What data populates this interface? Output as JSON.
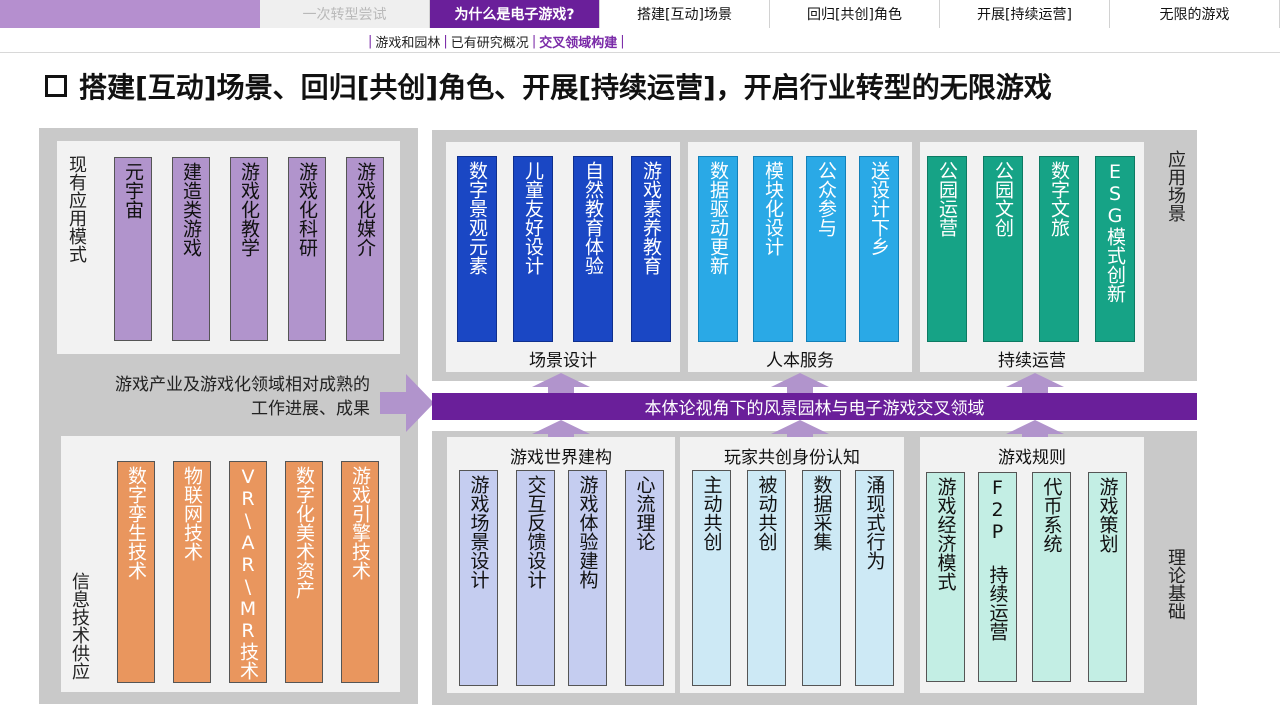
{
  "nav": {
    "tabs": [
      "一次转型尝试",
      "为什么是电子游戏?",
      "搭建[互动]场景",
      "回归[共创]角色",
      "开展[持续运营]",
      "无限的游戏"
    ],
    "subtabs": [
      "游戏和园林",
      "已有研究概况",
      "交叉领域构建"
    ]
  },
  "title": "搭建[互动]场景、回归[共创]角色、开展[持续运营]，开启行业转型的无限游戏",
  "left": {
    "top_label": "现有应用模式",
    "top_bars": [
      "元宇宙",
      "建造类游戏",
      "游戏化教学",
      "游戏化科研",
      "游戏化媒介"
    ],
    "middle_text_1": "游戏产业及游戏化领域相对成熟的",
    "middle_text_2": "工作进展、成果",
    "bottom_label": "信息技术供应",
    "bottom_bars": [
      "数字孪生技术",
      "物联网技术",
      "VR\\AR\\MR技术",
      "数字化美术资产",
      "游戏引擎技术"
    ]
  },
  "right": {
    "top_side_label": "应用场景",
    "bottom_side_label": "理论基础",
    "ribbon": "本体论视角下的风景园林与电子游戏交叉领域",
    "top_groups": [
      {
        "title": "场景设计",
        "bars": [
          "数字景观元素",
          "儿童友好设计",
          "自然教育体验",
          "游戏素养教育"
        ]
      },
      {
        "title": "人本服务",
        "bars": [
          "数据驱动更新",
          "模块化设计",
          "公众参与",
          "送设计下乡"
        ]
      },
      {
        "title": "持续运营",
        "bars": [
          "公园运营",
          "公园文创",
          "数字文旅",
          "ESG模式创新"
        ]
      }
    ],
    "bottom_groups": [
      {
        "title": "游戏世界建构",
        "bars": [
          "游戏场景设计",
          "交互反馈设计",
          "游戏体验建构",
          "心流理论"
        ]
      },
      {
        "title": "玩家共创身份认知",
        "bars": [
          "主动共创",
          "被动共创",
          "数据采集",
          "涌现式行为"
        ]
      },
      {
        "title": "游戏规则",
        "bars": [
          "游戏经济模式",
          "F2P 持续运营",
          "代币系统",
          "游戏策划"
        ]
      }
    ]
  },
  "colors": {
    "accent": "#6a1f9a",
    "nav_lead": "#b58fcf",
    "purple_bar": "#b194cc",
    "orange_bar": "#e9965e",
    "navy_bar": "#1a47c4",
    "sky_bar": "#2aa9e6",
    "teal_bar": "#16a386",
    "panel_gray": "#c9c9c9"
  }
}
